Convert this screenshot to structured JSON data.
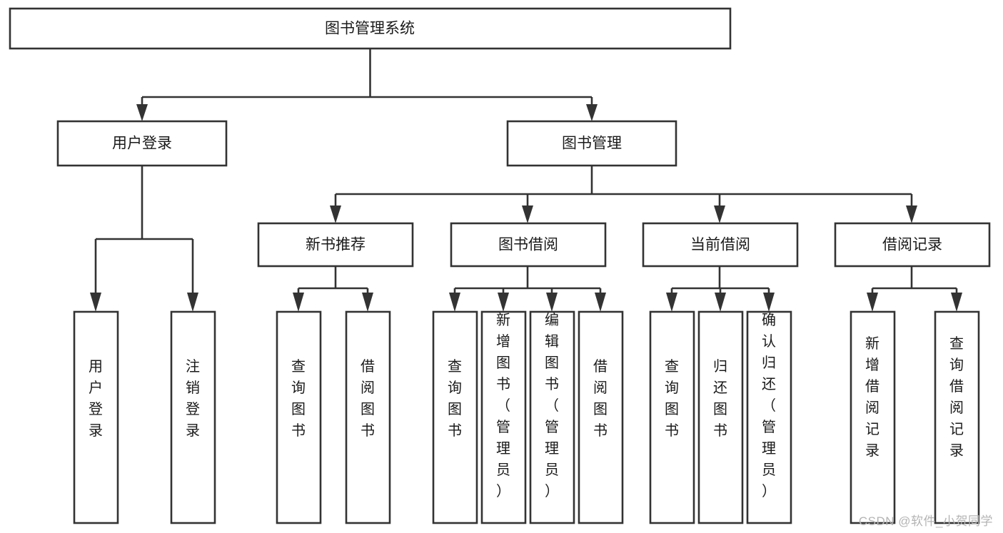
{
  "diagram": {
    "type": "tree-hierarchy",
    "title": "图书管理系统",
    "orientation": "top-down",
    "background_color": "#ffffff",
    "box_stroke_color": "#333333",
    "box_fill_color": "#ffffff",
    "text_color": "#1a1a1a",
    "levels": [
      {
        "level": 1,
        "nodes": [
          {
            "id": "root",
            "label": "图书管理系统",
            "orientation": "horizontal"
          }
        ]
      },
      {
        "level": 2,
        "nodes": [
          {
            "id": "login",
            "label": "用户登录",
            "orientation": "horizontal",
            "parent": "root"
          },
          {
            "id": "bookmgmt",
            "label": "图书管理",
            "orientation": "horizontal",
            "parent": "root"
          }
        ]
      },
      {
        "level": 3,
        "nodes": [
          {
            "id": "newbook",
            "label": "新书推荐",
            "orientation": "horizontal",
            "parent": "bookmgmt"
          },
          {
            "id": "borrow",
            "label": "图书借阅",
            "orientation": "horizontal",
            "parent": "bookmgmt"
          },
          {
            "id": "current",
            "label": "当前借阅",
            "orientation": "horizontal",
            "parent": "bookmgmt"
          },
          {
            "id": "records",
            "label": "借阅记录",
            "orientation": "horizontal",
            "parent": "bookmgmt"
          }
        ]
      },
      {
        "level": 4,
        "nodes": [
          {
            "id": "leaf-1",
            "label": "用户登录",
            "orientation": "vertical",
            "parent": "login"
          },
          {
            "id": "leaf-2",
            "label": "注销登录",
            "orientation": "vertical",
            "parent": "login"
          },
          {
            "id": "leaf-3",
            "label": "查询图书",
            "orientation": "vertical",
            "parent": "newbook"
          },
          {
            "id": "leaf-4",
            "label": "借阅图书",
            "orientation": "vertical",
            "parent": "newbook"
          },
          {
            "id": "leaf-5",
            "label": "查询图书",
            "orientation": "vertical",
            "parent": "borrow"
          },
          {
            "id": "leaf-6",
            "label": "新增图书（管理员）",
            "orientation": "vertical",
            "parent": "borrow"
          },
          {
            "id": "leaf-7",
            "label": "编辑图书（管理员）",
            "orientation": "vertical",
            "parent": "borrow"
          },
          {
            "id": "leaf-8",
            "label": "借阅图书",
            "orientation": "vertical",
            "parent": "borrow"
          },
          {
            "id": "leaf-9",
            "label": "查询图书",
            "orientation": "vertical",
            "parent": "current"
          },
          {
            "id": "leaf-10",
            "label": "归还图书",
            "orientation": "vertical",
            "parent": "current"
          },
          {
            "id": "leaf-11",
            "label": "确认归还（管理员）",
            "orientation": "vertical",
            "parent": "current"
          },
          {
            "id": "leaf-12",
            "label": "新增借阅记录",
            "orientation": "vertical",
            "parent": "records"
          },
          {
            "id": "leaf-13",
            "label": "查询借阅记录",
            "orientation": "vertical",
            "parent": "records"
          }
        ]
      }
    ]
  },
  "watermark": {
    "text": "CSDN @软件_小贺同学",
    "color": "#b4b4b4"
  }
}
